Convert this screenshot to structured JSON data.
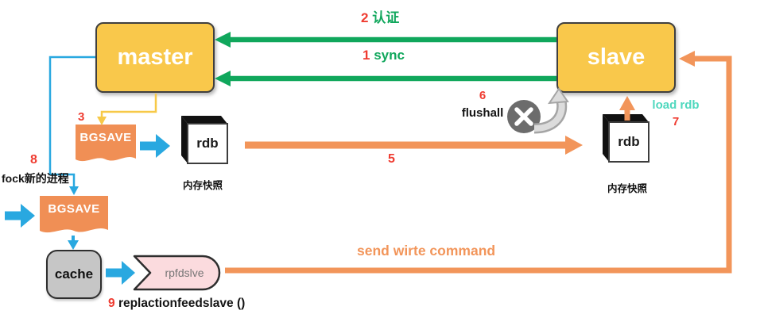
{
  "nodes": {
    "master": "master",
    "slave": "slave",
    "bgsave1": "BGSAVE",
    "bgsave2": "BGSAVE",
    "rdb1": "rdb",
    "rdb1_caption": "内存快照",
    "rdb2": "rdb",
    "rdb2_caption": "内存快照",
    "cache": "cache",
    "replication_buffer": "rpfdslve"
  },
  "steps": {
    "sync": {
      "num": "1",
      "label": "sync"
    },
    "auth": {
      "num": "2",
      "label": "认证"
    },
    "bgsave": {
      "num": "3"
    },
    "transfer": {
      "num": "5"
    },
    "flushall": {
      "num": "6",
      "label": "flushall"
    },
    "load_rdb": {
      "num": "7",
      "label": "load rdb"
    },
    "fork": {
      "num": "8",
      "label": "fock新的进程"
    },
    "feedslave": {
      "num": "9",
      "label": "replactionfeedslave ()"
    }
  },
  "annotations": {
    "send_write": "send wirte command"
  },
  "colors": {
    "node_yellow": "#F9C84B",
    "arrow_green": "#10A75C",
    "arrow_orange": "#F2955A",
    "arrow_blue": "#29A8E0",
    "step_red": "#EF3B30",
    "load_rdb_teal": "#4FD8BE",
    "buffer_pink": "#FBDBDE",
    "cache_gray": "#C6C6C6",
    "x_circle_gray": "#6C6C6C"
  }
}
